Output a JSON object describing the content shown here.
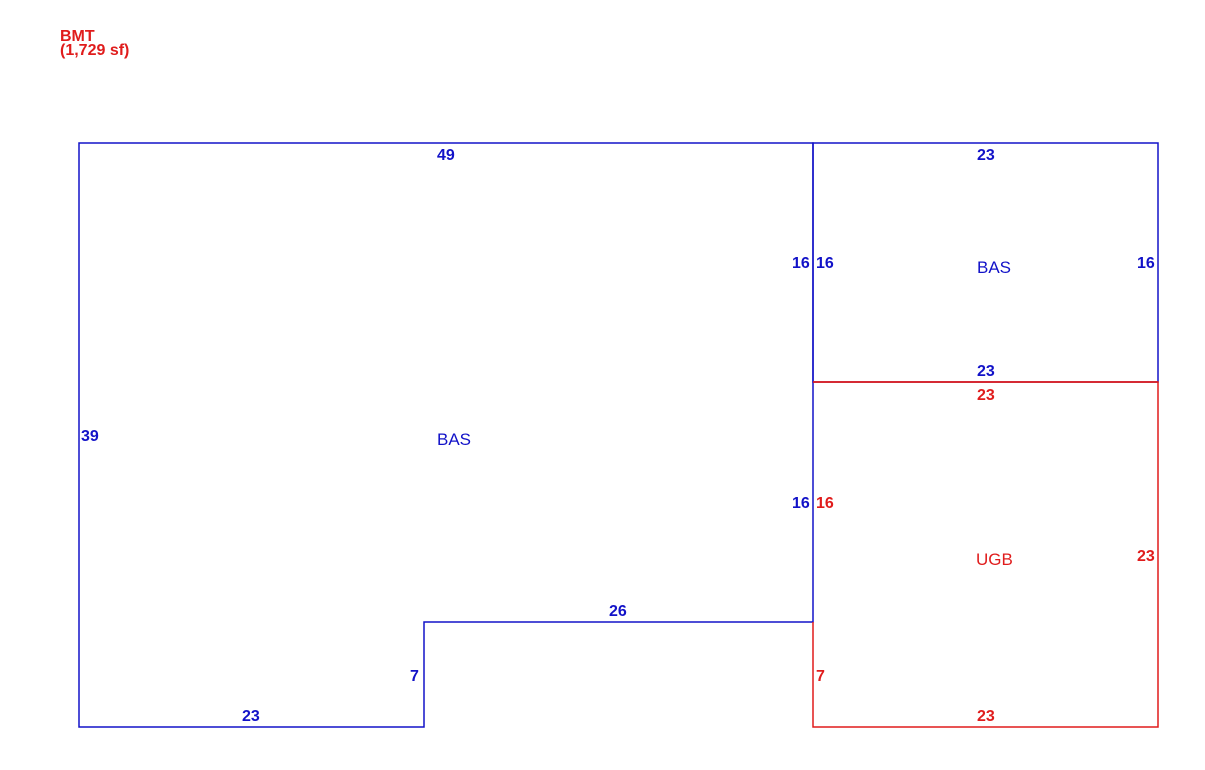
{
  "header": {
    "label": "BMT",
    "area": "(1,729 sf)"
  },
  "colors": {
    "blue": "#1212c8",
    "red": "#e01c1c"
  },
  "areas": {
    "bas_main": "BAS",
    "bas_right": "BAS",
    "ugb": "UGB"
  },
  "dimensions": {
    "bas_main_top": "49",
    "bas_main_left": "39",
    "bas_main_right_upper": "16",
    "bas_main_right_lower": "16",
    "bas_main_notch_top": "26",
    "bas_main_notch_side": "7",
    "bas_main_bottom": "23",
    "bas_right_top": "23",
    "bas_right_left": "16",
    "bas_right_right": "16",
    "bas_right_bottom": "23",
    "ugb_top": "23",
    "ugb_left_upper": "16",
    "ugb_left_lower": "7",
    "ugb_right": "23",
    "ugb_bottom": "23"
  }
}
